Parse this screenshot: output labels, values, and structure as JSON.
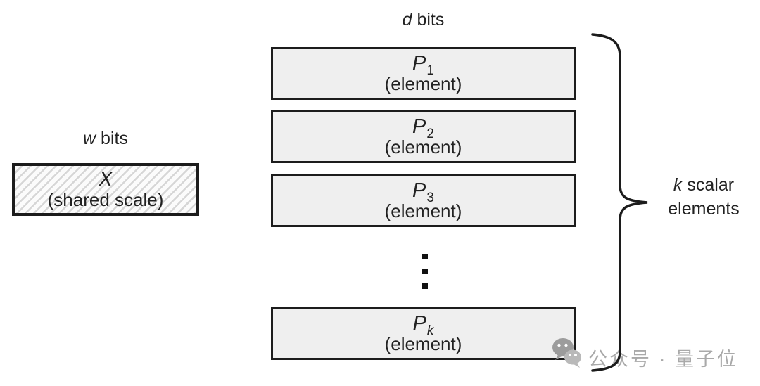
{
  "colors": {
    "background": "#ffffff",
    "element_box_fill": "#efefef",
    "box_border": "#1c1c1c",
    "hatch_line": "#d6d6d6",
    "text": "#222222",
    "watermark_gray": "#a9a9a9"
  },
  "shared_scale": {
    "width_label": {
      "var": "w",
      "unit": "bits"
    },
    "box": {
      "var": "X",
      "caption": "(shared scale)"
    }
  },
  "elements": {
    "width_label": {
      "var": "d",
      "unit": "bits"
    },
    "boxes": [
      {
        "var": "P",
        "sub": "1",
        "caption": "(element)"
      },
      {
        "var": "P",
        "sub": "2",
        "caption": "(element)"
      },
      {
        "var": "P",
        "sub": "3",
        "caption": "(element)"
      },
      {
        "var": "P",
        "sub": "k",
        "caption": "(element)"
      }
    ],
    "ellipsis": "⋮"
  },
  "brace_label": {
    "var": "k",
    "rest": "scalar",
    "line2": "elements"
  },
  "watermark": {
    "icon": "wechat-icon",
    "text": "公众号 · 量子位"
  }
}
